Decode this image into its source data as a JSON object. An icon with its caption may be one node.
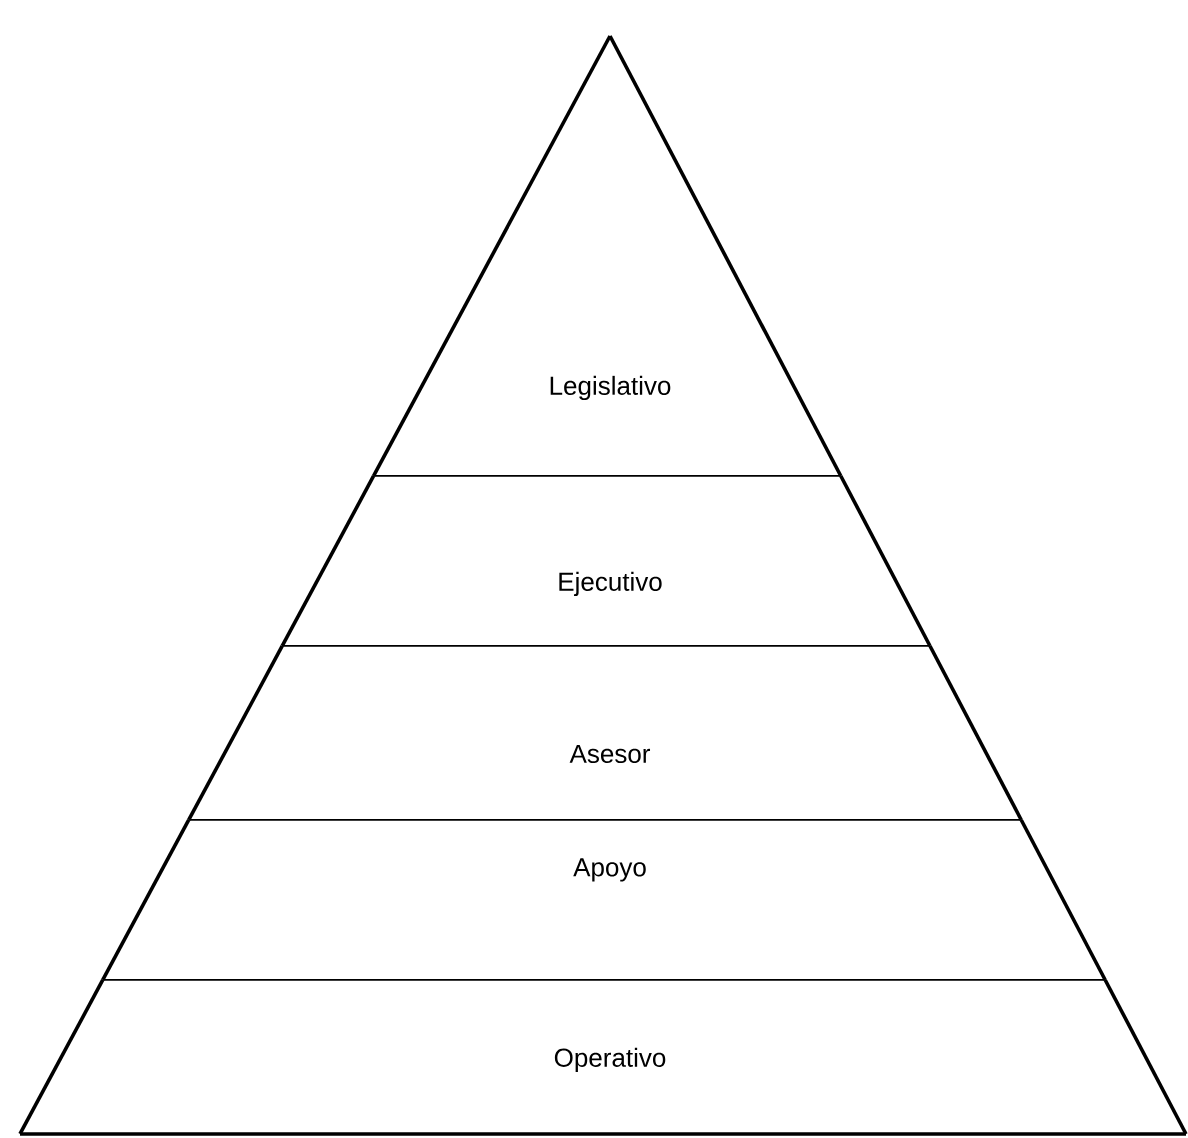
{
  "diagram": {
    "nodes": [
      {
        "text": [
          "Legislativo"
        ]
      },
      {
        "text": [
          "Ejecutivo"
        ]
      },
      {
        "text": [
          "Asesor"
        ]
      },
      {
        "text": [
          "Apoyo"
        ]
      },
      {
        "text": [
          "Operativo"
        ]
      }
    ]
  }
}
